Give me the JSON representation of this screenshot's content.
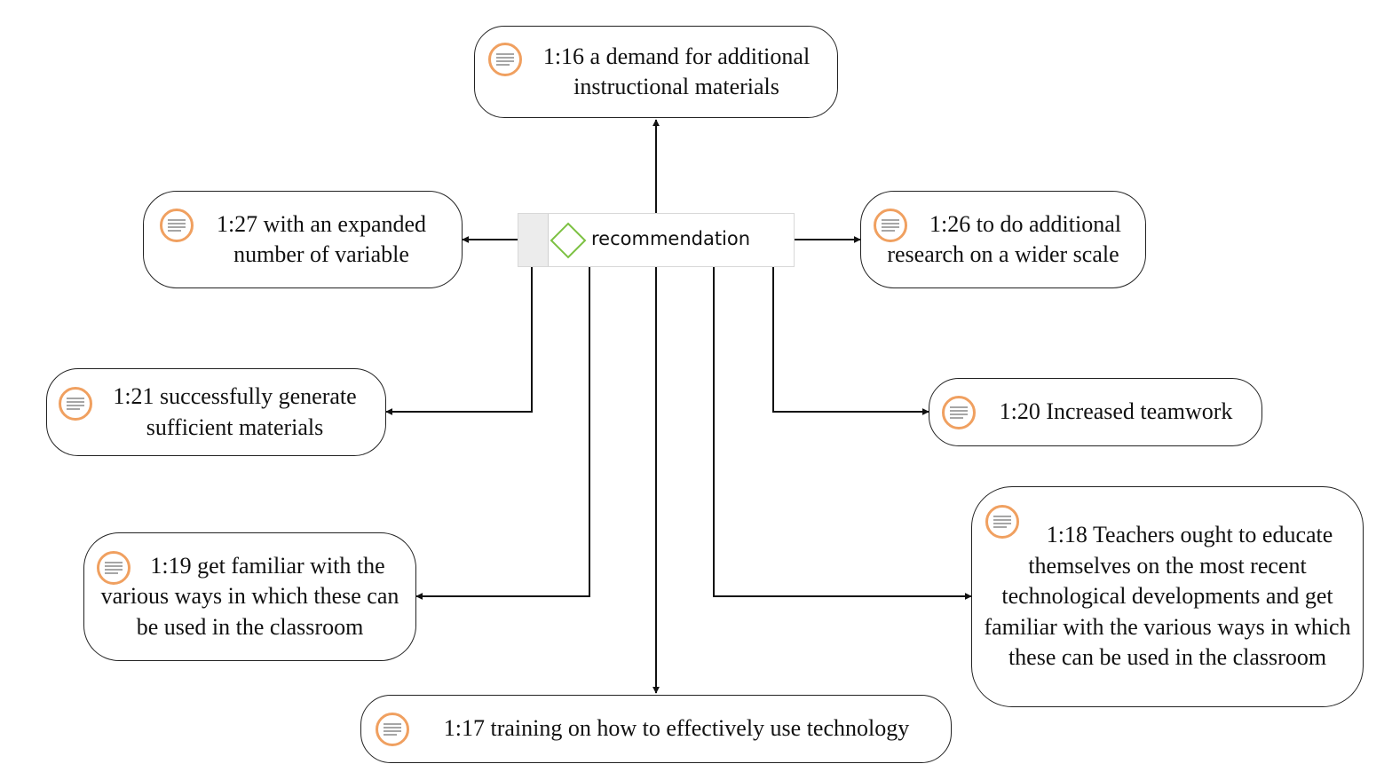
{
  "diagram": {
    "center": {
      "label": "recommendation",
      "icon": "code-diamond-icon",
      "icon_color": "#7cc142"
    },
    "quote_icon": "document-quote-icon",
    "quote_icon_color": "#f0a060",
    "quotes": [
      {
        "id": "q16",
        "text": "1:16 a demand for additional instructional materials"
      },
      {
        "id": "q27",
        "text": "1:27 with an expanded number of variable"
      },
      {
        "id": "q26",
        "text": "1:26 to do additional research on a wider scale"
      },
      {
        "id": "q21",
        "text": "1:21 successfully generate sufficient materials"
      },
      {
        "id": "q20",
        "text": "1:20 Increased teamwork"
      },
      {
        "id": "q19",
        "text": "1:19 get familiar with the various ways in which these can be used in the classroom"
      },
      {
        "id": "q18",
        "text": "1:18 Teachers ought to educate themselves on the most recent technological developments and get familiar with the various ways in which these can be used in the classroom"
      },
      {
        "id": "q17",
        "text": "1:17 training on how to effectively use technology"
      }
    ]
  }
}
